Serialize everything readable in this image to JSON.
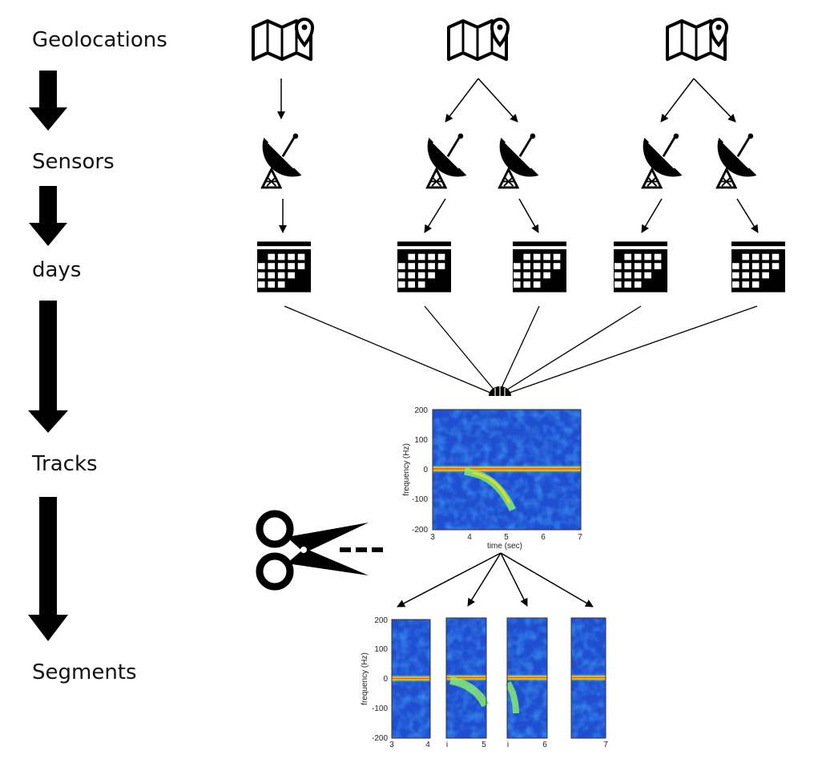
{
  "stages": [
    "Geolocations",
    "Sensors",
    "days",
    "Tracks",
    "Segments"
  ],
  "track": {
    "y_label": "frequency (Hz)",
    "x_label": "time (sec)",
    "y_ticks": [
      "200",
      "100",
      "0",
      "-100",
      "-200"
    ],
    "x_ticks": [
      "3",
      "4",
      "5",
      "6",
      "7"
    ]
  },
  "segments": {
    "y_label": "frequency (Hz)",
    "y_ticks": [
      "200",
      "100",
      "0",
      "-100",
      "-200"
    ],
    "x_ticks": [
      "3",
      "4",
      "i",
      "5",
      "i",
      "6",
      "7"
    ]
  },
  "icons": {
    "geolocation": "map-pin-icon",
    "sensor": "satellite-dish-icon",
    "day": "calendar-icon",
    "cut": "scissors-icon"
  },
  "colors": {
    "ink": "#000000",
    "spectro_bg": "#1f4fd0",
    "spectro_hot": "#ff2a00"
  }
}
